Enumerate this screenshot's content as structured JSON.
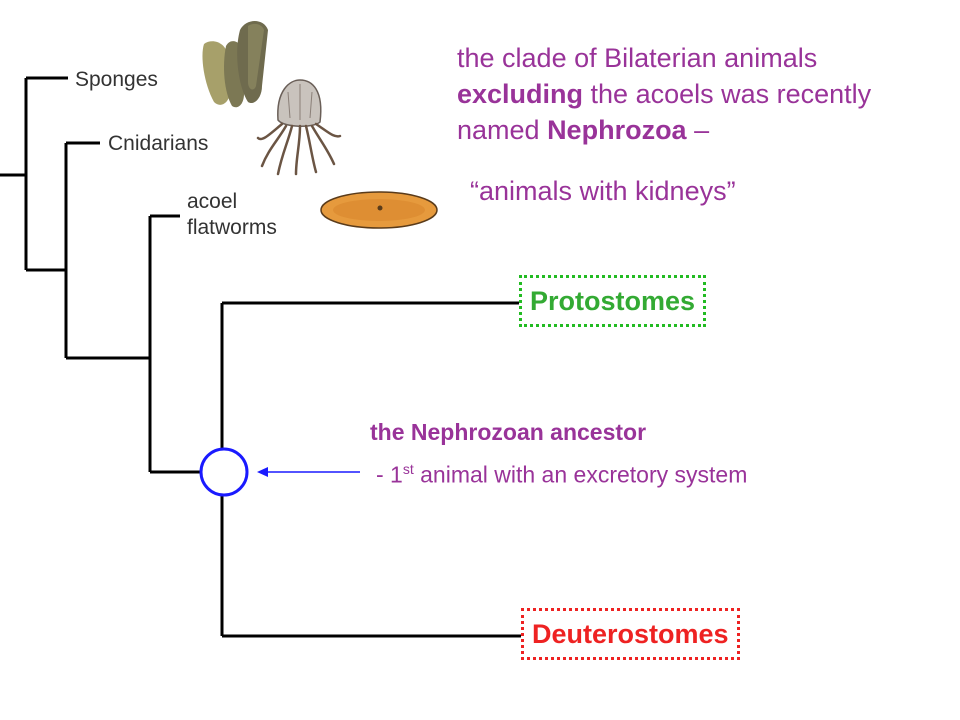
{
  "taxa": {
    "sponges": "Sponges",
    "cnidarians": "Cnidarians",
    "acoel_line1": "acoel",
    "acoel_line2": "flatworms",
    "protostomes": "Protostomes",
    "deuterostomes": "Deuterostomes"
  },
  "intro": {
    "part1": "the clade of Bilaterian animals ",
    "bold1": "excluding",
    "part2": " the acoels was recently named ",
    "bold2": "Nephrozoa",
    "part3": " –",
    "quote": "“animals with kidneys”"
  },
  "ancestor": {
    "title": "the Nephrozoan ancestor",
    "note_prefix": "- 1",
    "note_sup": "st",
    "note_suffix": " animal with an excretory system"
  },
  "images": {
    "sponge": "sponge",
    "jellyfish": "jellyfish",
    "flatworm": "acoel flatworm"
  },
  "colors": {
    "text": "#993399",
    "protostomes": "#22bb22",
    "deuterostomes": "#ee2222",
    "arrow": "#1a1aff",
    "node": "#1a1aff"
  }
}
